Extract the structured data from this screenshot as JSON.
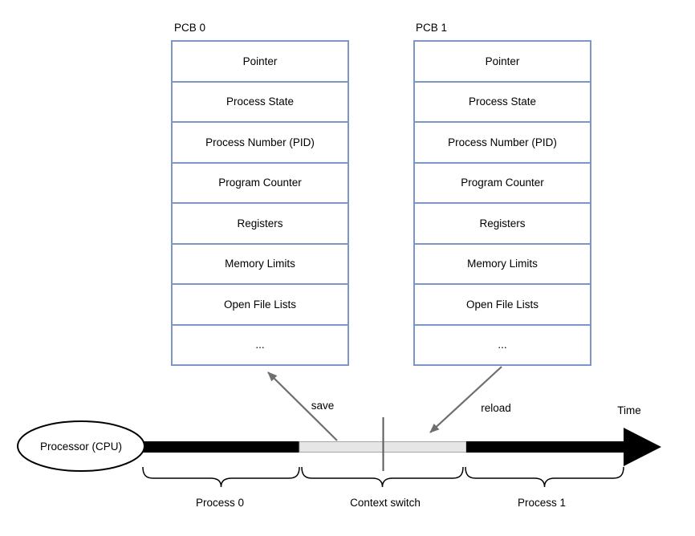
{
  "diagram": {
    "pcb0": {
      "title": "PCB 0",
      "rows": [
        "Pointer",
        "Process State",
        "Process Number (PID)",
        "Program Counter",
        "Registers",
        "Memory Limits",
        "Open File Lists",
        "..."
      ]
    },
    "pcb1": {
      "title": "PCB 1",
      "rows": [
        "Pointer",
        "Process State",
        "Process Number (PID)",
        "Program Counter",
        "Registers",
        "Memory Limits",
        "Open File Lists",
        "..."
      ]
    },
    "timeline": {
      "cpu_label": "Processor (CPU)",
      "time_label": "Time",
      "save_label": "save",
      "reload_label": "reload",
      "process0_label": "Process 0",
      "context_switch_label": "Context switch",
      "process1_label": "Process 1"
    },
    "colors": {
      "pcb_border": "#7b96c7",
      "timeline_black": "#000000",
      "context_switch_fill": "#e6e6e6",
      "context_switch_stroke": "#a6a6a6",
      "arrow_gray": "#6e6e6e",
      "tick_gray": "#595959"
    }
  }
}
